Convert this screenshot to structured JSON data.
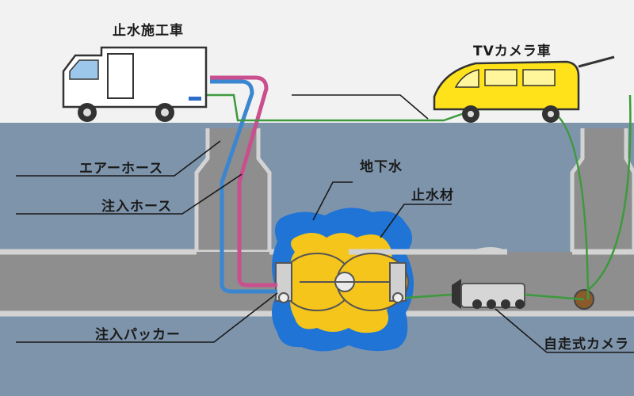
{
  "labels": {
    "water_stop_truck": "止水施工車",
    "tv_camera_truck": "TVカメラ車",
    "air_hose": "エアーホース",
    "injection_hose": "注入ホース",
    "groundwater": "地下水",
    "waterstop_material": "止水材",
    "injection_packer": "注入パッカー",
    "self_propelled_camera": "自走式カメラ"
  },
  "colors": {
    "sky": "#f2f2f2",
    "ground": "#7e94ab",
    "pipe": "#8e8e8e",
    "pipe_wall": "#d3d3d3",
    "groundwater_blue": "#1f74d6",
    "waterstop_yellow": "#f5c51b",
    "air_hose": "#3a86d0",
    "injection_hose": "#c94f8f",
    "cable_green": "#3c9a3c",
    "camera_truck": "#ffe21a"
  }
}
